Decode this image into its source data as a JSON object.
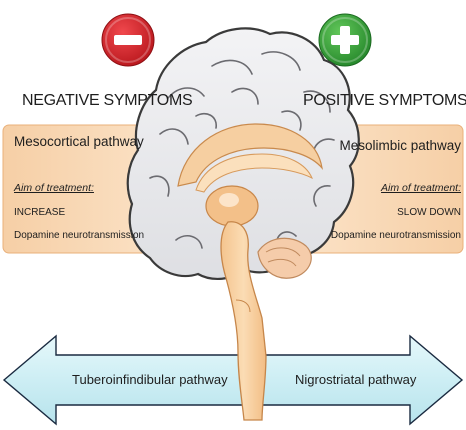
{
  "icons": {
    "negative": "minus-icon",
    "positive": "plus-icon"
  },
  "colors": {
    "negative": "#d32228",
    "positive": "#3aa83a",
    "panel": "#f8d5ae",
    "arrow": "#cdeef4"
  },
  "left": {
    "title": "NEGATIVE SYMPTOMS",
    "pathway": "Mesocortical pathway",
    "aim_label": "Aim of treatment:",
    "aim_action": "INCREASE",
    "aim_target": "Dopamine neurotransmission"
  },
  "right": {
    "title": "POSITIVE SYMPTOMS",
    "pathway": "Mesolimbic pathway",
    "aim_label": "Aim of treatment:",
    "aim_action": "SLOW DOWN",
    "aim_target": "Dopamine neurotransmission"
  },
  "arrow": {
    "left_label": "Tuberoinfindibular pathway",
    "right_label": "Nigrostriatal pathway"
  }
}
